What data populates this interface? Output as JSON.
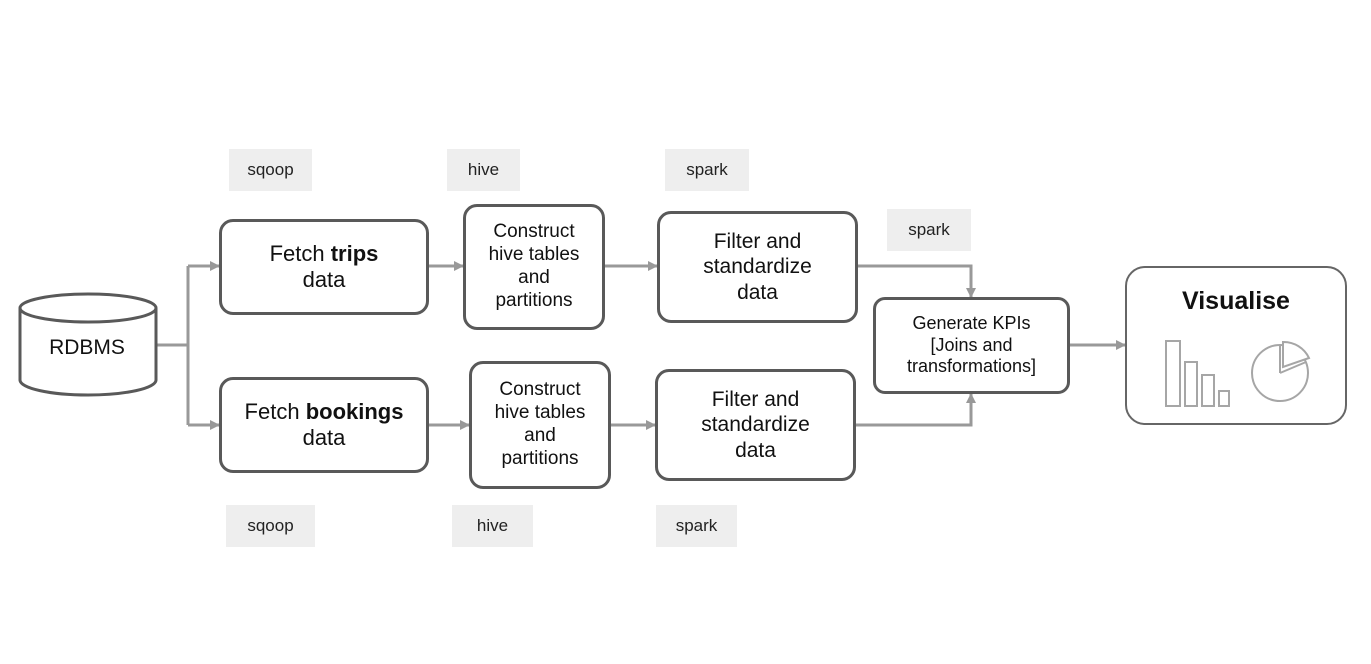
{
  "source": {
    "label": "RDBMS"
  },
  "top_row": {
    "fetch": {
      "prefix": "Fetch",
      "bold": "trips",
      "suffix": "data",
      "tool": "sqoop"
    },
    "construct": {
      "lines": [
        "Construct",
        "hive tables",
        "and",
        "partitions"
      ],
      "tool": "hive"
    },
    "filter": {
      "lines": [
        "Filter and",
        "standardize",
        "data"
      ],
      "tool": "spark"
    }
  },
  "bottom_row": {
    "fetch": {
      "prefix": "Fetch",
      "bold": "bookings",
      "suffix": "data",
      "tool": "sqoop"
    },
    "construct": {
      "lines": [
        "Construct",
        "hive tables",
        "and",
        "partitions"
      ],
      "tool": "hive"
    },
    "filter": {
      "lines": [
        "Filter and",
        "standardize",
        "data"
      ],
      "tool": "spark"
    }
  },
  "kpi": {
    "lines": [
      "Generate KPIs",
      "[Joins and",
      "transformations]"
    ],
    "tool": "spark"
  },
  "visualise": {
    "title": "Visualise",
    "icons": [
      "bar-chart-icon",
      "pie-chart-icon"
    ]
  },
  "colors": {
    "border": "#595959",
    "connector": "#999999",
    "tag_bg": "#eeeeee",
    "icon": "#a6a6a6"
  }
}
